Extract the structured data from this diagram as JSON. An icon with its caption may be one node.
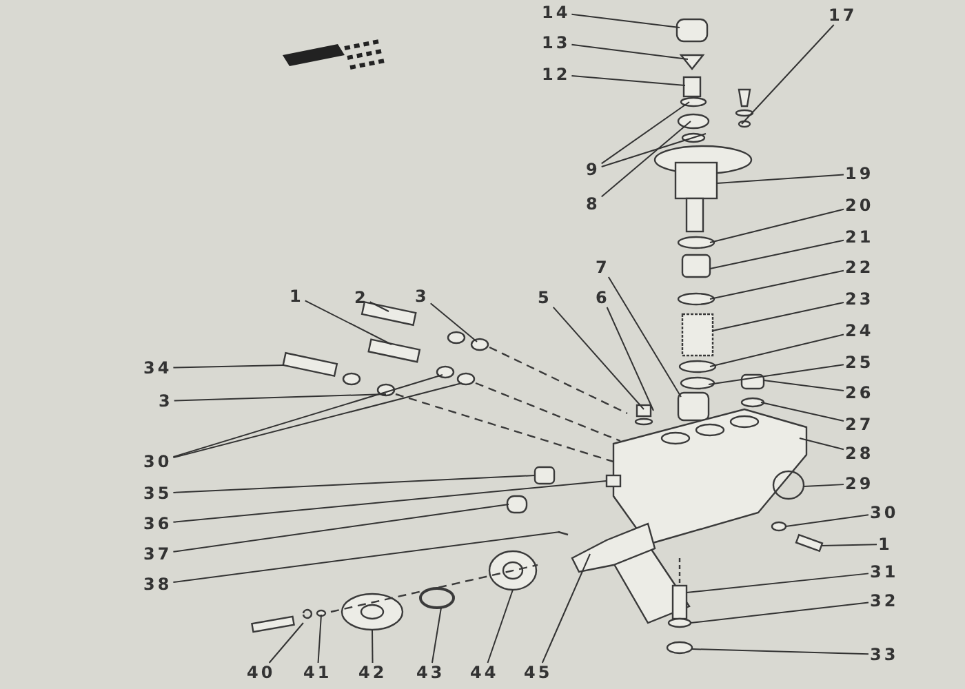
{
  "diagram": {
    "nodes": [
      {
        "text": [
          "14"
        ]
      },
      {
        "text": [
          "13"
        ]
      },
      {
        "text": [
          "12"
        ]
      },
      {
        "text": [
          "9"
        ]
      },
      {
        "text": [
          "8"
        ]
      },
      {
        "text": [
          "17"
        ]
      },
      {
        "text": [
          "19"
        ]
      },
      {
        "text": [
          "20"
        ]
      },
      {
        "text": [
          "21"
        ]
      },
      {
        "text": [
          "22"
        ]
      },
      {
        "text": [
          "23"
        ]
      },
      {
        "text": [
          "24"
        ]
      },
      {
        "text": [
          "25"
        ]
      },
      {
        "text": [
          "26"
        ]
      },
      {
        "text": [
          "27"
        ]
      },
      {
        "text": [
          "28"
        ]
      },
      {
        "text": [
          "29"
        ]
      },
      {
        "text": [
          "30"
        ]
      },
      {
        "text": [
          "1"
        ]
      },
      {
        "text": [
          "31"
        ]
      },
      {
        "text": [
          "32"
        ]
      },
      {
        "text": [
          "33"
        ]
      },
      {
        "text": [
          "7"
        ]
      },
      {
        "text": [
          "6"
        ]
      },
      {
        "text": [
          "5"
        ]
      },
      {
        "text": [
          "1"
        ]
      },
      {
        "text": [
          "2"
        ]
      },
      {
        "text": [
          "3"
        ]
      },
      {
        "text": [
          "34"
        ]
      },
      {
        "text": [
          "3"
        ]
      },
      {
        "text": [
          "30"
        ]
      },
      {
        "text": [
          "35"
        ]
      },
      {
        "text": [
          "36"
        ]
      },
      {
        "text": [
          "37"
        ]
      },
      {
        "text": [
          "38"
        ]
      },
      {
        "text": [
          "40"
        ]
      },
      {
        "text": [
          "41"
        ]
      },
      {
        "text": [
          "42"
        ]
      },
      {
        "text": [
          "43"
        ]
      },
      {
        "text": [
          "44"
        ]
      },
      {
        "text": [
          "45"
        ]
      }
    ],
    "edges": [
      {
        "from": 0,
        "to": null,
        "arrow": "none"
      },
      {
        "from": 1,
        "to": null,
        "arrow": "none"
      },
      {
        "from": 2,
        "to": null,
        "arrow": "none"
      },
      {
        "from": 3,
        "to": null,
        "arrow": "none"
      },
      {
        "from": 3,
        "to": null,
        "arrow": "none"
      },
      {
        "from": 4,
        "to": null,
        "arrow": "none"
      },
      {
        "from": 5,
        "to": null,
        "arrow": "none"
      },
      {
        "from": 6,
        "to": null,
        "arrow": "none"
      },
      {
        "from": 7,
        "to": null,
        "arrow": "none"
      },
      {
        "from": 8,
        "to": null,
        "arrow": "none"
      },
      {
        "from": 9,
        "to": null,
        "arrow": "none"
      },
      {
        "from": 10,
        "to": null,
        "arrow": "none"
      },
      {
        "from": 11,
        "to": null,
        "arrow": "none"
      },
      {
        "from": 12,
        "to": null,
        "arrow": "none"
      },
      {
        "from": 13,
        "to": null,
        "arrow": "none"
      },
      {
        "from": 14,
        "to": null,
        "arrow": "none"
      },
      {
        "from": 15,
        "to": null,
        "arrow": "none"
      },
      {
        "from": 16,
        "to": null,
        "arrow": "none"
      },
      {
        "from": 17,
        "to": null,
        "arrow": "none"
      },
      {
        "from": 18,
        "to": null,
        "arrow": "none"
      },
      {
        "from": 19,
        "to": null,
        "arrow": "none"
      },
      {
        "from": 20,
        "to": null,
        "arrow": "none"
      },
      {
        "from": 21,
        "to": null,
        "arrow": "none"
      },
      {
        "from": 22,
        "to": null,
        "arrow": "none"
      },
      {
        "from": 23,
        "to": null,
        "arrow": "none"
      },
      {
        "from": 24,
        "to": null,
        "arrow": "none"
      },
      {
        "from": 25,
        "to": null,
        "arrow": "none"
      },
      {
        "from": 26,
        "to": null,
        "arrow": "none"
      },
      {
        "from": 27,
        "to": null,
        "arrow": "none"
      },
      {
        "from": 28,
        "to": null,
        "arrow": "none"
      },
      {
        "from": 29,
        "to": null,
        "arrow": "none"
      },
      {
        "from": 30,
        "to": null,
        "arrow": "none"
      },
      {
        "from": 30,
        "to": null,
        "arrow": "none"
      },
      {
        "from": 31,
        "to": null,
        "arrow": "none"
      },
      {
        "from": 32,
        "to": null,
        "arrow": "none"
      },
      {
        "from": 33,
        "to": null,
        "arrow": "none"
      },
      {
        "from": 34,
        "to": null,
        "arrow": "none"
      },
      {
        "from": 35,
        "to": null,
        "arrow": "none"
      },
      {
        "from": 36,
        "to": null,
        "arrow": "none"
      },
      {
        "from": 37,
        "to": null,
        "arrow": "none"
      },
      {
        "from": 38,
        "to": null,
        "arrow": "none"
      },
      {
        "from": 39,
        "to": null,
        "arrow": "none"
      },
      {
        "from": 40,
        "to": null,
        "arrow": "none"
      }
    ]
  }
}
